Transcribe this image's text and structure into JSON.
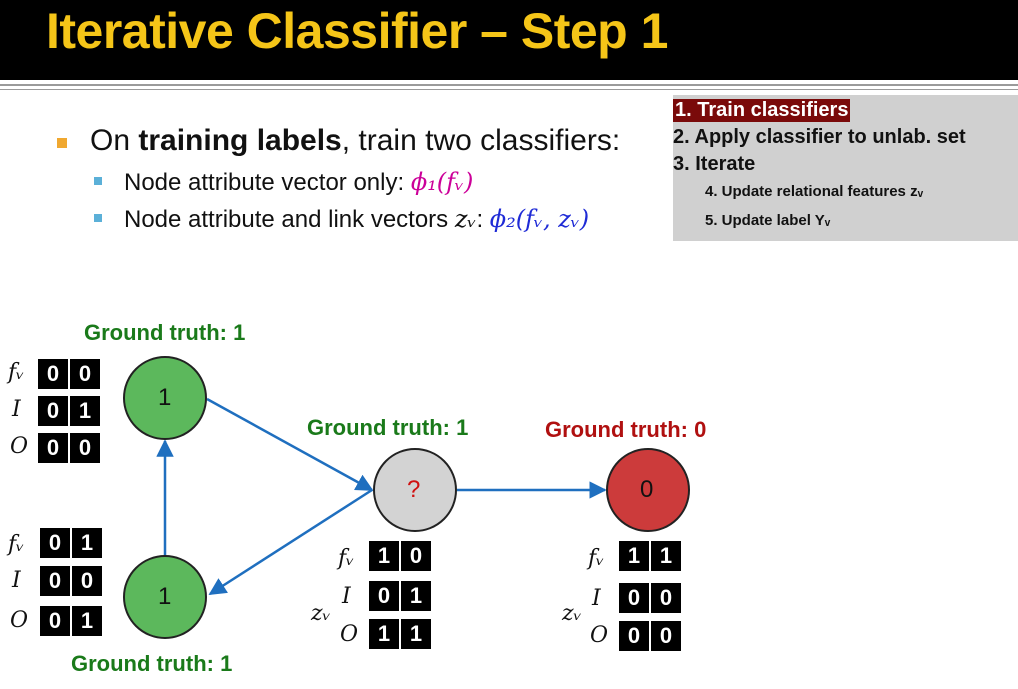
{
  "slide": {
    "title": "Iterative Classifier – Step 1",
    "bullet_main_prefix": "On ",
    "bullet_main_bold": "training labels",
    "bullet_main_suffix": ", train two classifiers:",
    "sub1_text": "Node attribute vector only: ",
    "sub1_math": "ϕ₁(fᵥ)",
    "sub2_text": "Node attribute and link vectors ",
    "sub2_zv": "zᵥ",
    "sub2_colon": ": ",
    "sub2_math": "ϕ₂(fᵥ, zᵥ)"
  },
  "steps": {
    "s1": "1. Train classifiers",
    "s2": "2. Apply classifier to unlab. set",
    "s3": "3. Iterate",
    "s4": "4. Update relational features zᵥ",
    "s5": "5. Update label Yᵥ"
  },
  "nodes": {
    "top_label": "1",
    "bottom_label": "1",
    "mid_label": "?",
    "right_label": "0",
    "gt_top": "Ground truth: 1",
    "gt_mid": "Ground truth: 1",
    "gt_right": "Ground truth: 0",
    "gt_bottom": "Ground truth: 1"
  },
  "vector_labels": {
    "fv": "fᵥ",
    "I": "I",
    "O": "O",
    "zv": "zᵥ"
  },
  "vectors": {
    "top": {
      "fv": [
        "0",
        "0"
      ],
      "I": [
        "0",
        "1"
      ],
      "O": [
        "0",
        "0"
      ]
    },
    "bottom": {
      "fv": [
        "0",
        "1"
      ],
      "I": [
        "0",
        "0"
      ],
      "O": [
        "0",
        "1"
      ]
    },
    "mid": {
      "fv": [
        "1",
        "0"
      ],
      "I": [
        "0",
        "1"
      ],
      "O": [
        "1",
        "1"
      ]
    },
    "right": {
      "fv": [
        "1",
        "1"
      ],
      "I": [
        "0",
        "0"
      ],
      "O": [
        "0",
        "0"
      ]
    }
  },
  "colors": {
    "title": "#f5c518",
    "node_green": "#5cb85c",
    "node_gray": "#d3d3d3",
    "node_red": "#cc3b3b",
    "edge": "#1f6fbf",
    "gt_green": "#1a7a1a",
    "gt_red": "#b01010"
  }
}
